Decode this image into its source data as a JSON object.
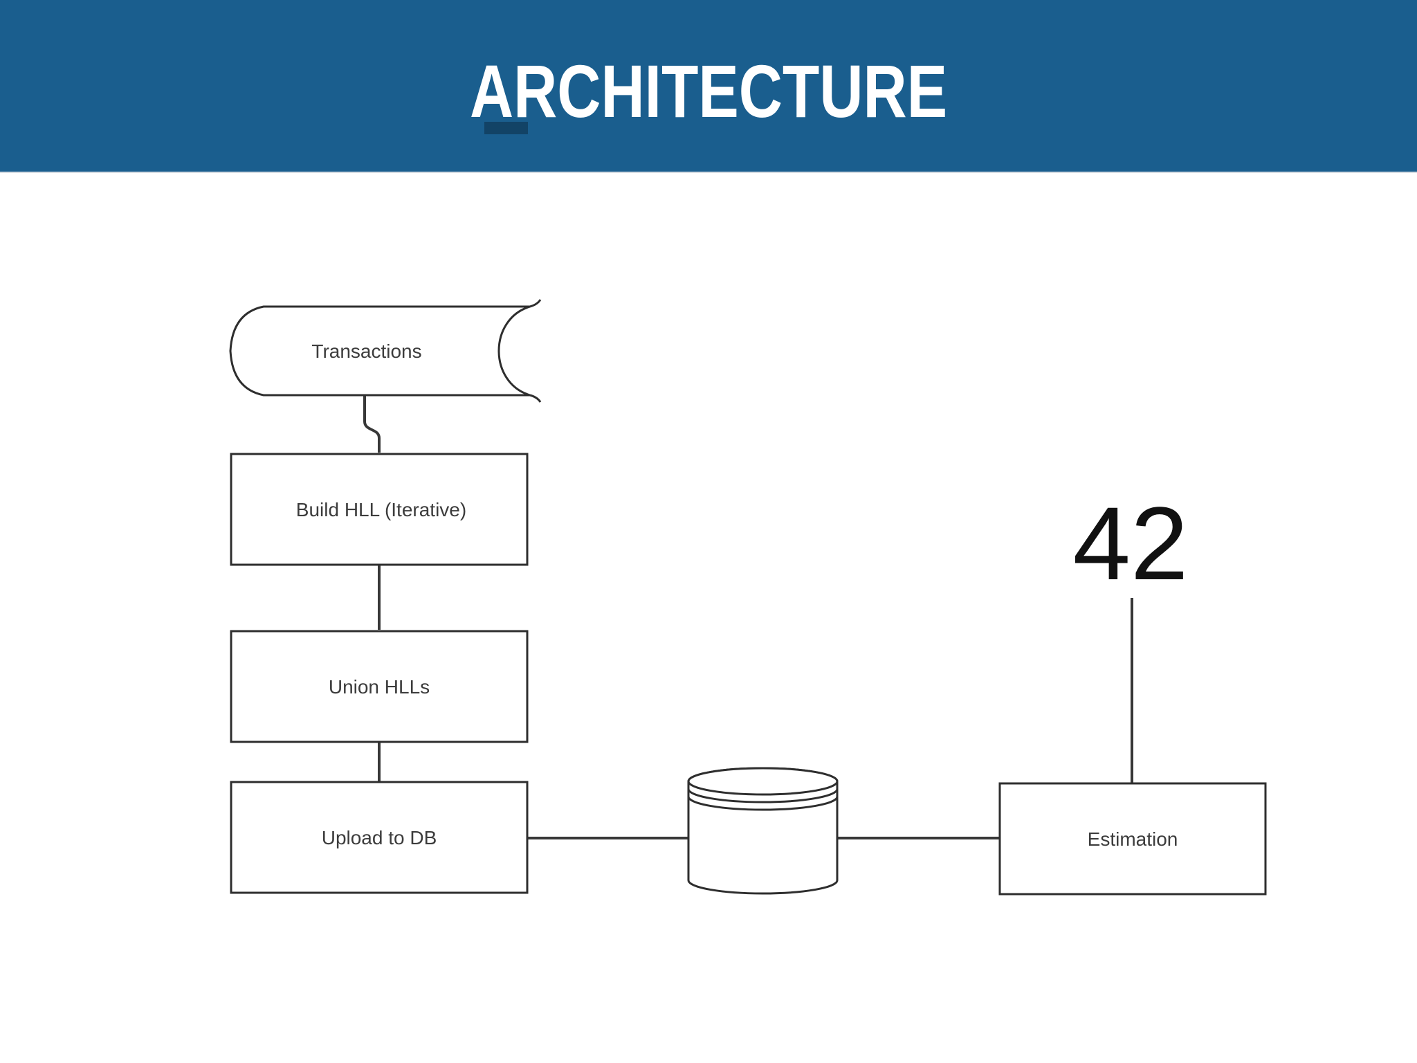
{
  "header": {
    "title": "ARCHITECTURE",
    "background_color": "#1a5e8e",
    "text_color": "#ffffff"
  },
  "diagram": {
    "stroke_color": "#2e2e2e",
    "node_fill": "#ffffff",
    "label_color": "#3c3c3c",
    "nodes": [
      {
        "id": "transactions",
        "shape": "stored-data",
        "label": "Transactions"
      },
      {
        "id": "build-hll",
        "shape": "process-rectangle",
        "label": "Build HLL (Iterative)"
      },
      {
        "id": "union-hlls",
        "shape": "process-rectangle",
        "label": "Union HLLs"
      },
      {
        "id": "upload-to-db",
        "shape": "process-rectangle",
        "label": "Upload to DB"
      },
      {
        "id": "database",
        "shape": "cylinder",
        "label": ""
      },
      {
        "id": "estimation",
        "shape": "process-rectangle",
        "label": "Estimation"
      }
    ],
    "edges": [
      {
        "from": "transactions",
        "to": "build-hll"
      },
      {
        "from": "build-hll",
        "to": "union-hlls"
      },
      {
        "from": "union-hlls",
        "to": "upload-to-db"
      },
      {
        "from": "upload-to-db",
        "to": "database"
      },
      {
        "from": "database",
        "to": "estimation"
      },
      {
        "from": "annotation-42",
        "to": "estimation"
      }
    ],
    "annotation": {
      "value": "42"
    }
  }
}
